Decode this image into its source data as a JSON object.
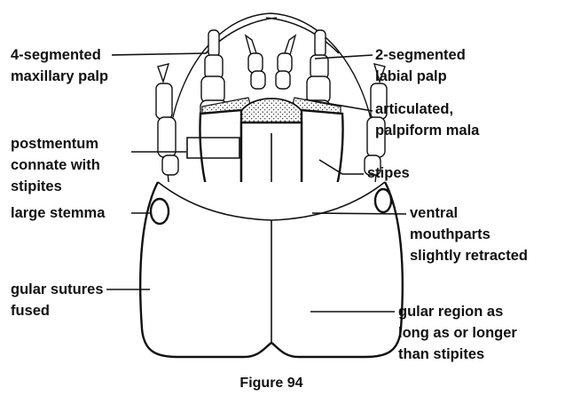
{
  "figure": {
    "caption": "Figure 94",
    "labels": {
      "maxillary_palp": [
        "4-segmented",
        "maxillary palp"
      ],
      "labial_palp": [
        "2-segmented",
        "labial palp"
      ],
      "mala": [
        "articulated,",
        "palpiform mala"
      ],
      "postmentum": [
        "postmentum",
        "connate with",
        "stipites"
      ],
      "stipes": [
        "stipes"
      ],
      "stemma": [
        "large stemma"
      ],
      "mouthparts": [
        "ventral",
        "mouthparts",
        "slightly retracted"
      ],
      "gular_sutures": [
        "gular sutures",
        "fused"
      ],
      "gular_region": [
        "gular region as",
        "long as or longer",
        "than stipites"
      ]
    }
  }
}
